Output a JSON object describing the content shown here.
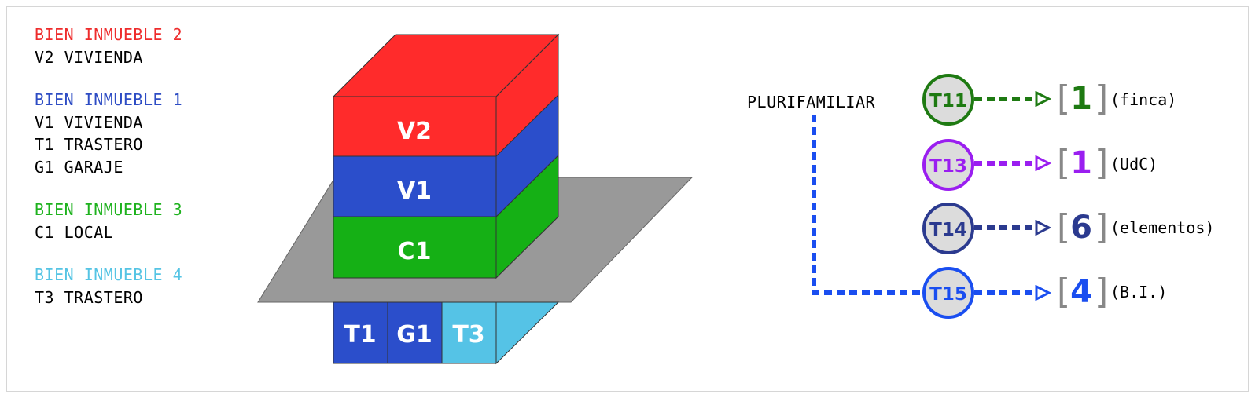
{
  "legend": [
    {
      "title": "BIEN INMUEBLE 2",
      "color": "#ee2c2c",
      "items": [
        "V2 VIVIENDA"
      ]
    },
    {
      "title": "BIEN INMUEBLE 1",
      "color": "#2d4cc4",
      "items": [
        "V1 VIVIENDA",
        "T1 TRASTERO",
        "G1 GARAJE"
      ]
    },
    {
      "title": "BIEN INMUEBLE 3",
      "color": "#1eb21e",
      "items": [
        "C1 LOCAL"
      ]
    },
    {
      "title": "BIEN INMUEBLE 4",
      "color": "#55c4e4",
      "items": [
        "T3 TRASTERO"
      ]
    }
  ],
  "building": {
    "floors": {
      "v2": "V2",
      "v1": "V1",
      "c1": "C1"
    },
    "basement": {
      "t1": "T1",
      "g1": "G1",
      "t3": "T3"
    },
    "colors": {
      "red": "#ff2b2b",
      "blue": "#2b4ecb",
      "green": "#15b015",
      "cyan": "#55c3e6",
      "ground": "#999999"
    }
  },
  "classification": {
    "root": "PLURIFAMILIAR",
    "rows": [
      {
        "node": "T11",
        "count": "1",
        "label": "(finca)",
        "color": "#1e7a12"
      },
      {
        "node": "T13",
        "count": "1",
        "label": "(UdC)",
        "color": "#9a1ef0"
      },
      {
        "node": "T14",
        "count": "6",
        "label": "(elementos)",
        "color": "#2b3a8f"
      },
      {
        "node": "T15",
        "count": "4",
        "label": "(B.I.)",
        "color": "#1a4ef0"
      }
    ]
  }
}
